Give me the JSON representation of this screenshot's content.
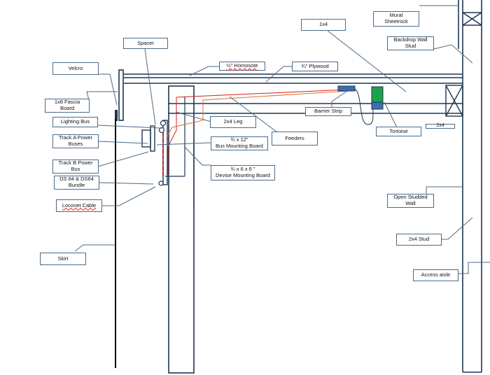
{
  "labels": {
    "mural_sheetrock": "Mural\nSheetrock",
    "one_by_four": "1x4",
    "backdrop_wall_stud": "Backdrop Wall\nStud",
    "spacer": "Spacer",
    "velcro": "Velcro",
    "homosote": "½\" Homosote",
    "plywood": "¾\" Plywood",
    "fascia_board": "1x8 Fascia\nBoard",
    "lighting_bus": "Lighting Bus",
    "two_by_four_leg": "2x4 Leg",
    "barrier_strip": "Barrier Strip",
    "tortoise": "Tortoise",
    "two_by_four": "2x4",
    "track_a_power": "Track A Power\nBuses",
    "feeders": "Feeders",
    "bus_mounting_board": "¾ x 12\"\nBus Mounting Board",
    "track_b_power": "Track B Power\nBus",
    "ds64_bundle": "DS 64 & DS64\nBundle",
    "devise_mounting_board": "¾ x 6 x 6 \"\nDevise Mounting Board",
    "loconet_cable": "Loconet Cable",
    "open_studded_wall": "Open Studded\nWall",
    "two_by_four_stud": "2x4 Stud",
    "skirt": "Skirt",
    "access_aisle": "Access aisle"
  },
  "colors": {
    "line": "#1f3550",
    "leader": "#4a6b8a",
    "feeder_red": "#d02020",
    "feeder_orange": "#e07030",
    "barrier_strip": "#3a6fb0",
    "tortoise": "#1aa34a"
  }
}
